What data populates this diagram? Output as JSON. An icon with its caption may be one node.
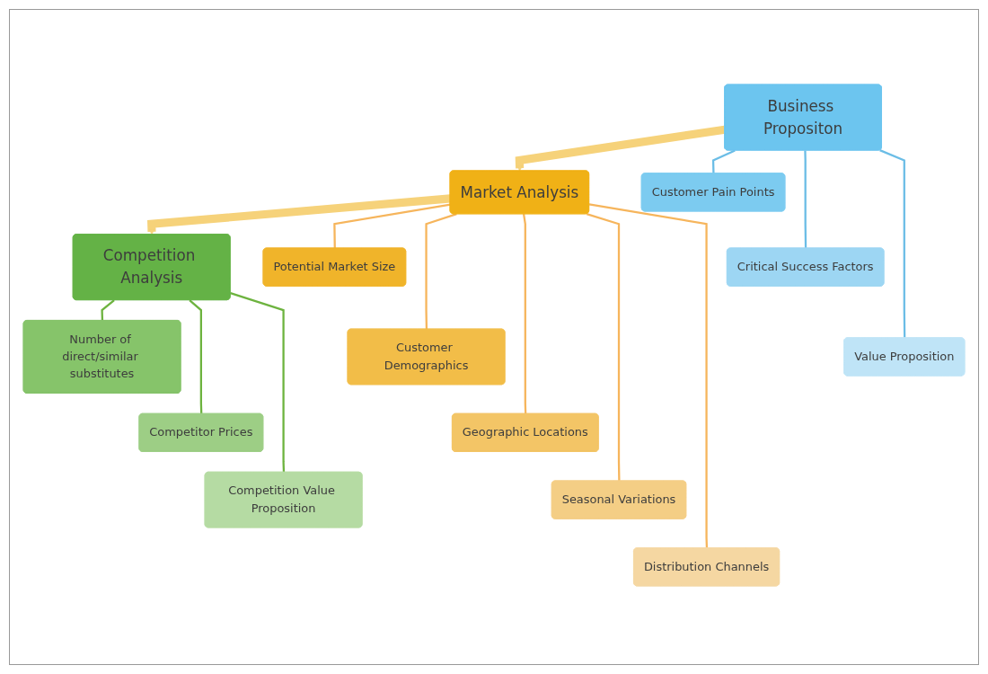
{
  "diagram": {
    "nodes": [
      {
        "text": [
          "Business Propositon"
        ]
      },
      {
        "text": [
          "Customer Pain Points"
        ]
      },
      {
        "text": [
          "Critical Success Factors"
        ]
      },
      {
        "text": [
          "Value Proposition"
        ]
      },
      {
        "text": [
          "Market Analysis"
        ]
      },
      {
        "text": [
          "Potential Market Size"
        ]
      },
      {
        "text": [
          "Customer Demographics"
        ]
      },
      {
        "text": [
          "Geographic Locations"
        ]
      },
      {
        "text": [
          "Seasonal Variations"
        ]
      },
      {
        "text": [
          "Distribution Channels"
        ]
      },
      {
        "text": [
          "Competition Analysis"
        ]
      },
      {
        "text": [
          "Number of direct/similar substitutes"
        ]
      },
      {
        "text": [
          "Competitor Prices"
        ]
      },
      {
        "text": [
          "Competition Value Proposition"
        ]
      }
    ],
    "edges": [
      {
        "from": 0,
        "to": 4,
        "arrow": "to",
        "style": "thick",
        "color": "#f6d27a"
      },
      {
        "from": 4,
        "to": 10,
        "arrow": "to",
        "style": "thick",
        "color": "#f6d27a"
      },
      {
        "from": 0,
        "to": 1,
        "arrow": "none",
        "color": "#6bbde6"
      },
      {
        "from": 0,
        "to": 2,
        "arrow": "none",
        "color": "#6bbde6"
      },
      {
        "from": 0,
        "to": 3,
        "arrow": "none",
        "color": "#6bbde6"
      },
      {
        "from": 4,
        "to": 5,
        "arrow": "none",
        "color": "#f6b55c"
      },
      {
        "from": 4,
        "to": 6,
        "arrow": "none",
        "color": "#f6b55c"
      },
      {
        "from": 4,
        "to": 7,
        "arrow": "none",
        "color": "#f6b55c"
      },
      {
        "from": 4,
        "to": 8,
        "arrow": "none",
        "color": "#f6b55c"
      },
      {
        "from": 4,
        "to": 9,
        "arrow": "none",
        "color": "#f6b55c"
      },
      {
        "from": 10,
        "to": 11,
        "arrow": "none",
        "color": "#6db33f"
      },
      {
        "from": 10,
        "to": 12,
        "arrow": "none",
        "color": "#6db33f"
      },
      {
        "from": 10,
        "to": 13,
        "arrow": "none",
        "color": "#6db33f"
      }
    ]
  }
}
